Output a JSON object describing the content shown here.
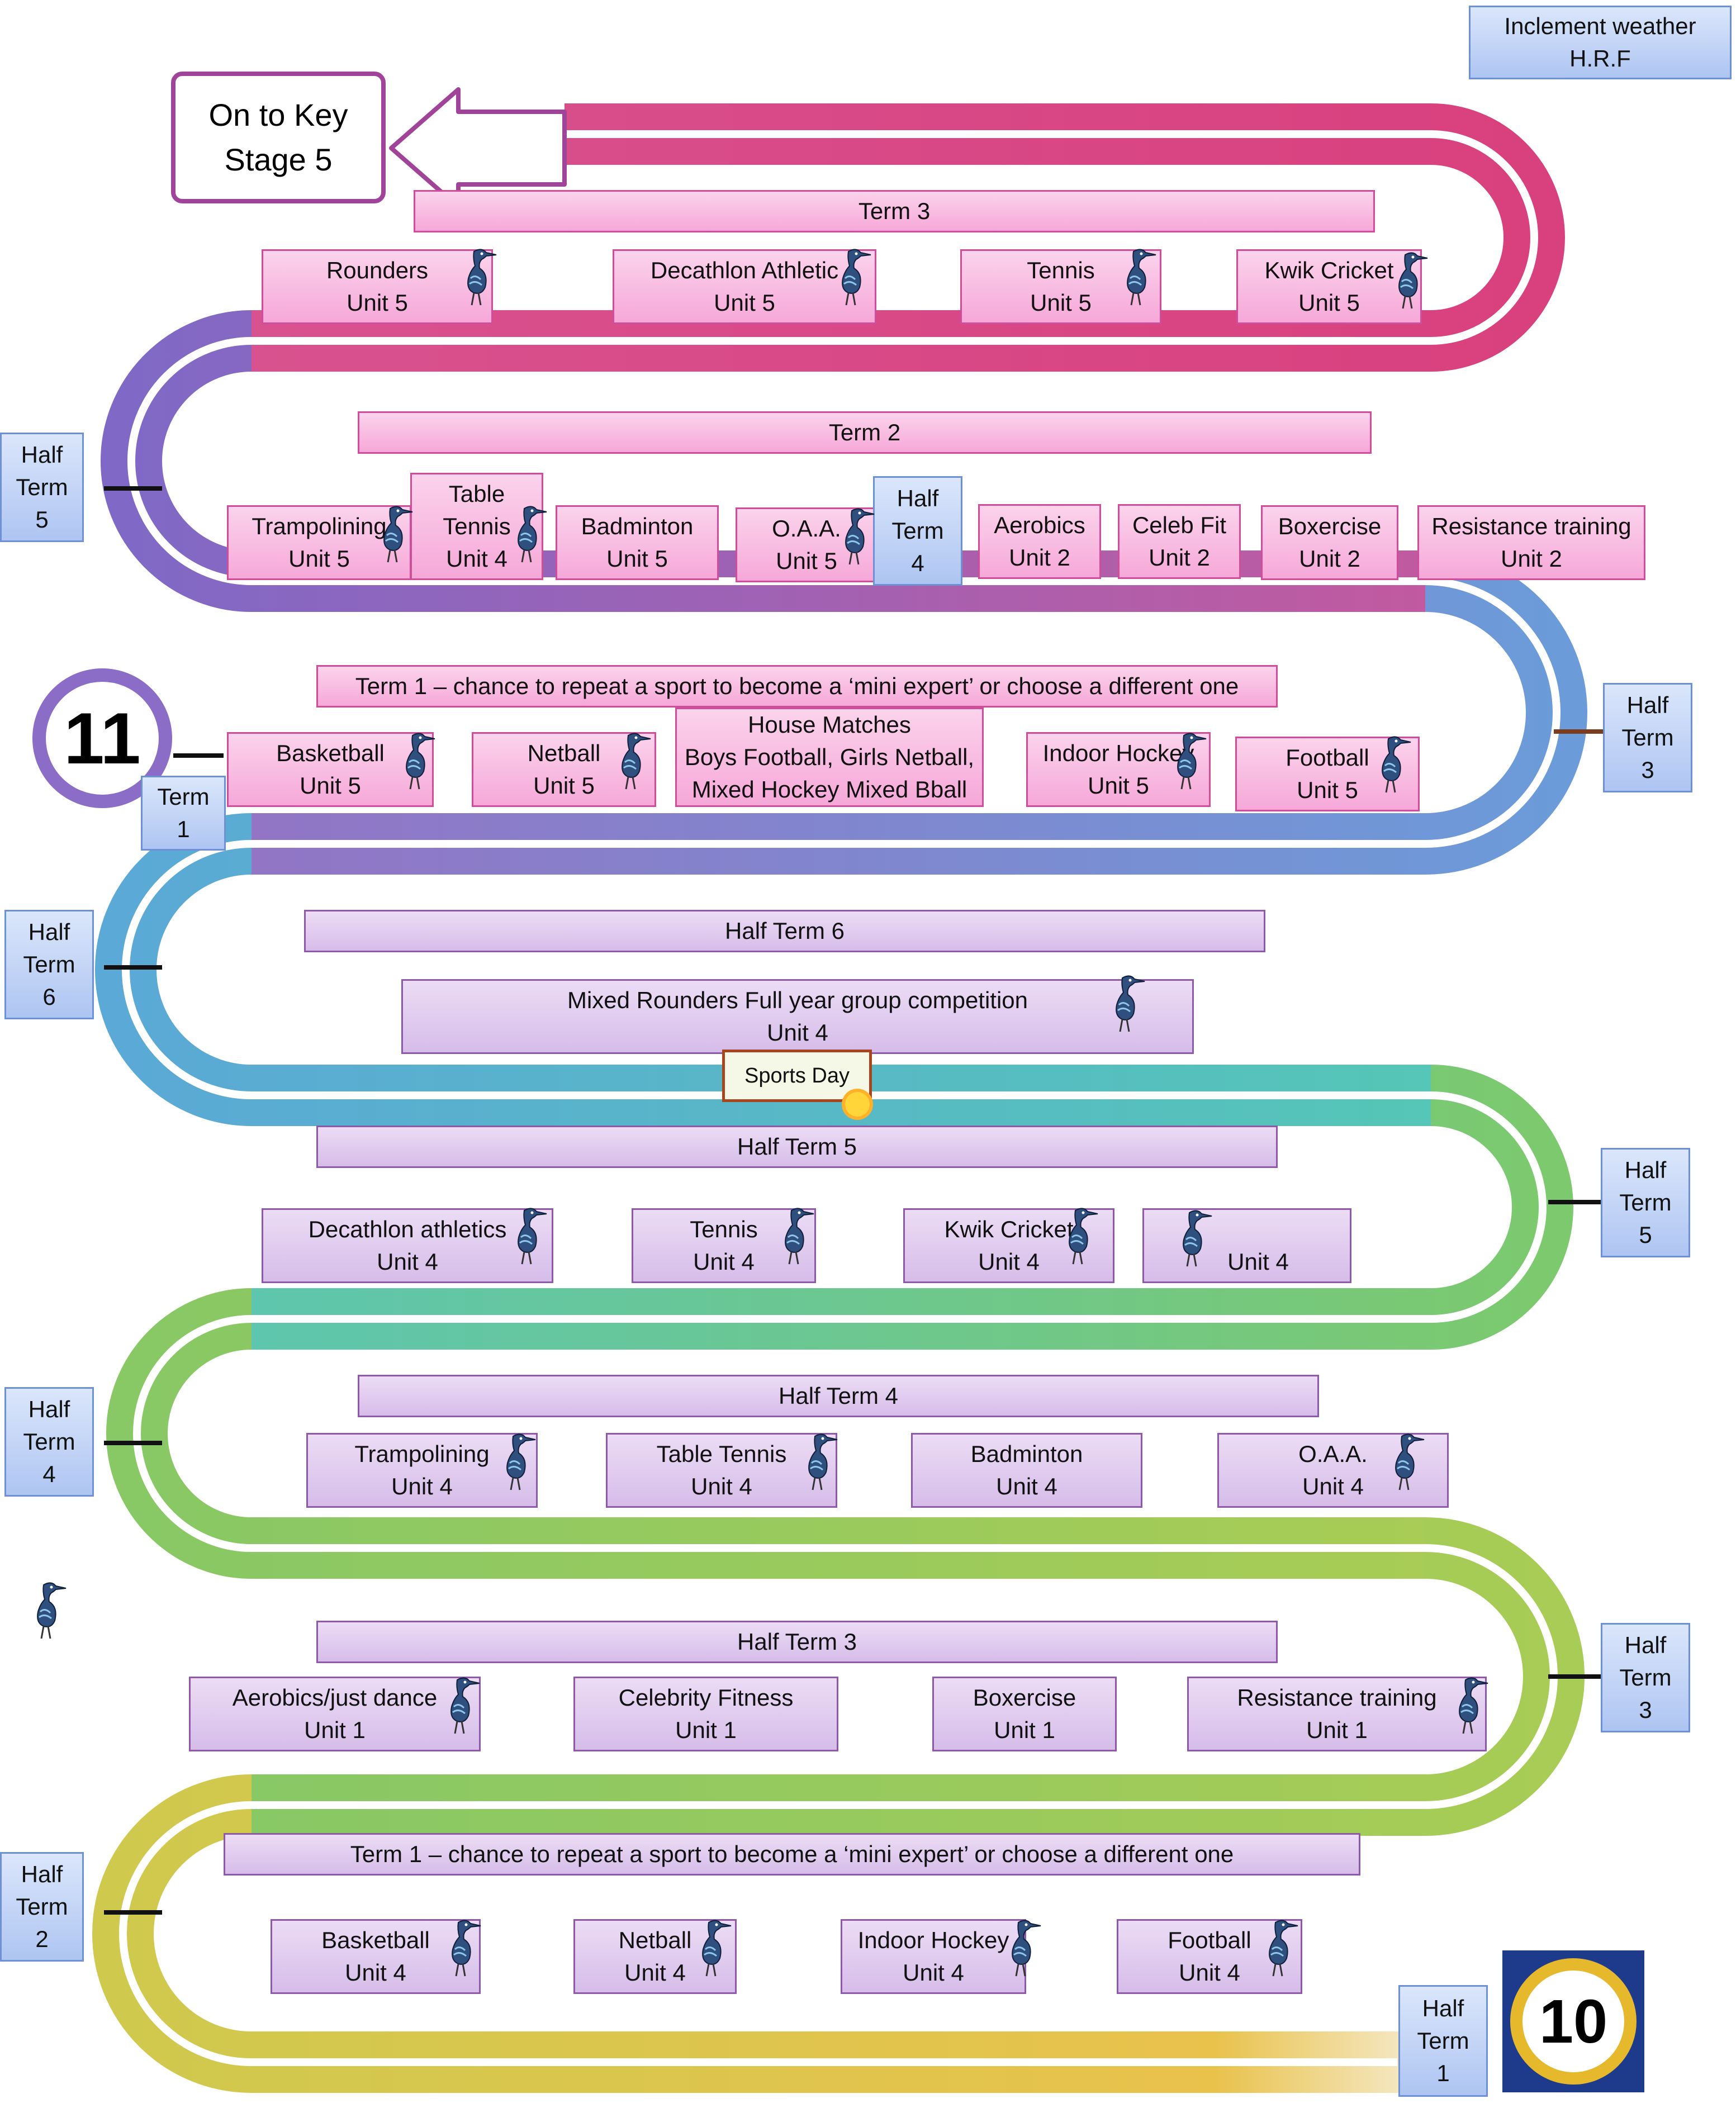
{
  "header": {
    "weather_title": "Inclement weather",
    "weather_sub": "H.R.F"
  },
  "keystage": {
    "line1": "On to Key",
    "line2": "Stage 5"
  },
  "year11": {
    "badge": "11"
  },
  "year10": {
    "badge": "10"
  },
  "sports_day": {
    "label": "Sports Day"
  },
  "colors": {
    "pink": "#d14d9a",
    "purple": "#8b6cc6",
    "blue": "#6f9ed8",
    "teal": "#52c3b0",
    "green": "#84c864",
    "yellow": "#e8c24a"
  },
  "term3_y11": {
    "title": "Term 3",
    "cards": [
      {
        "line1": "Rounders",
        "line2": "Unit 5",
        "icon": "heron-bat-icon"
      },
      {
        "line1": "Decathlon Athletic",
        "line2": "Unit 5",
        "icon": "heron-athletics-icon"
      },
      {
        "line1": "Tennis",
        "line2": "Unit 5",
        "icon": "heron-tennis-icon"
      },
      {
        "line1": "Kwik Cricket",
        "line2": "Unit 5",
        "icon": "heron-cricket-icon"
      }
    ]
  },
  "term2_y11": {
    "title": "Term 2",
    "cards": [
      {
        "line1": "Trampolining",
        "line2": "Unit 5"
      },
      {
        "line1": "Table",
        "line2": "Tennis",
        "line3": "Unit 4"
      },
      {
        "line1": "Badminton",
        "line2": "Unit 5"
      },
      {
        "line1": "O.A.A.",
        "line2": "Unit 5"
      },
      {
        "line1": "Aerobics",
        "line2": "Unit 2"
      },
      {
        "line1": "Celeb Fit",
        "line2": "Unit 2"
      },
      {
        "line1": "Boxercise",
        "line2": "Unit 2"
      },
      {
        "line1": "Resistance training",
        "line2": "Unit 2"
      }
    ]
  },
  "term1_y11": {
    "title": "Term 1 – chance to repeat a sport to become a ‘mini expert’ or choose a different one",
    "cards": [
      {
        "line1": "Basketball",
        "line2": "Unit 5"
      },
      {
        "line1": "Netball",
        "line2": "Unit 5"
      },
      {
        "line1": "House Matches",
        "line2": "Boys Football, Girls Netball,",
        "line3": "Mixed Hockey Mixed Bball"
      },
      {
        "line1": "Indoor Hockey",
        "line2": "Unit 5"
      },
      {
        "line1": "Football",
        "line2": "Unit 5"
      }
    ]
  },
  "ht6_y10": {
    "title": "Half Term 6",
    "card": {
      "line1": "Mixed Rounders Full year group competition",
      "line2": "Unit 4"
    }
  },
  "ht5_y10": {
    "title": "Half Term 5",
    "cards": [
      {
        "line1": "Decathlon athletics",
        "line2": "Unit 4"
      },
      {
        "line1": "Tennis",
        "line2": "Unit 4"
      },
      {
        "line1": "Kwik Cricket",
        "line2": "Unit 4"
      },
      {
        "line1": "Unit 4"
      }
    ]
  },
  "ht4_y10": {
    "title": "Half Term 4",
    "cards": [
      {
        "line1": "Trampolining",
        "line2": "Unit 4"
      },
      {
        "line1": "Table Tennis",
        "line2": "Unit 4"
      },
      {
        "line1": "Badminton",
        "line2": "Unit 4"
      },
      {
        "line1": "O.A.A.",
        "line2": "Unit 4"
      }
    ]
  },
  "ht3_y10": {
    "title": "Half Term 3",
    "cards": [
      {
        "line1": "Aerobics/just dance",
        "line2": "Unit 1"
      },
      {
        "line1": "Celebrity Fitness",
        "line2": "Unit 1"
      },
      {
        "line1": "Boxercise",
        "line2": "Unit 1"
      },
      {
        "line1": "Resistance training",
        "line2": "Unit 1"
      }
    ]
  },
  "term1_y10": {
    "title": "Term 1 – chance to repeat a sport to become a ‘mini expert’ or choose a different one",
    "cards": [
      {
        "line1": "Basketball",
        "line2": "Unit 4"
      },
      {
        "line1": "Netball",
        "line2": "Unit 4"
      },
      {
        "line1": "Indoor Hockey",
        "line2": "Unit 4"
      },
      {
        "line1": "Football",
        "line2": "Unit 4"
      }
    ]
  },
  "markers": {
    "ht5_left": {
      "l1": "Half",
      "l2": "Term",
      "l3": "5"
    },
    "ht4_mid": {
      "l1": "Half",
      "l2": "Term",
      "l3": "4"
    },
    "ht3_right_top": {
      "l1": "Half",
      "l2": "Term",
      "l3": "3"
    },
    "term1": {
      "l1": "Term",
      "l2": "1"
    },
    "ht6_left": {
      "l1": "Half",
      "l2": "Term",
      "l3": "6"
    },
    "ht5_right": {
      "l1": "Half",
      "l2": "Term",
      "l3": "5"
    },
    "ht4_left": {
      "l1": "Half",
      "l2": "Term",
      "l3": "4"
    },
    "ht3_right": {
      "l1": "Half",
      "l2": "Term",
      "l3": "3"
    },
    "ht2_left": {
      "l1": "Half",
      "l2": "Term",
      "l3": "2"
    },
    "ht1_bottom": {
      "l1": "Half",
      "l2": "Term",
      "l3": "1"
    }
  }
}
